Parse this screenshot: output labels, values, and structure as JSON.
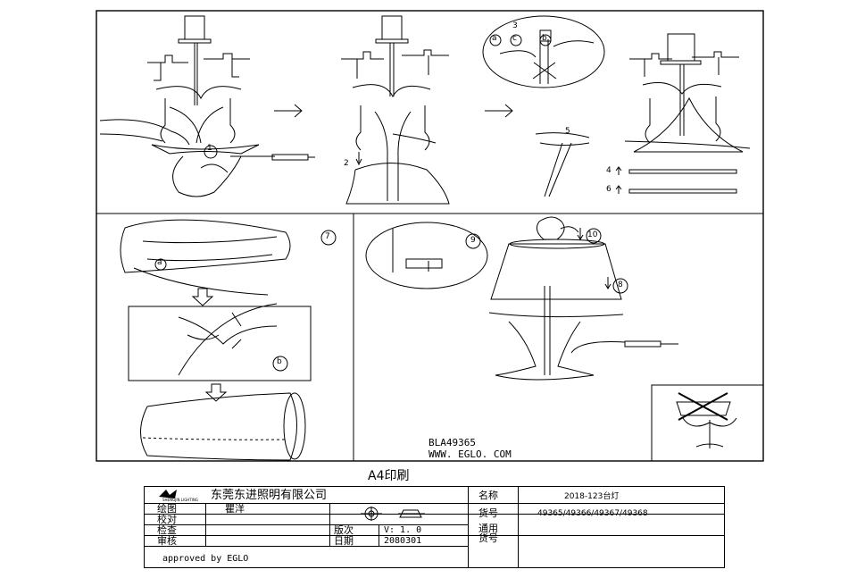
{
  "panel_numbers": {
    "p1": "1",
    "p2": "2",
    "p3": "3",
    "p4": "4",
    "p5": "5",
    "p6": "6",
    "p7": "7",
    "p8": "8",
    "p9": "9",
    "p10": "10"
  },
  "callouts": {
    "a": "a",
    "b": "b",
    "c": "c",
    "a2": "a",
    "b2": "b"
  },
  "model_code": "BLA49365",
  "website": "WWW. EGLO. COM",
  "paper_size": "A4印刷",
  "title_block": {
    "company": "东莞东进照明有限公司",
    "logo_text": "SHENGJIN LIGHTING",
    "drawn_label": "绘图",
    "drawn_value": "瞿洋",
    "checked_label": "校对",
    "inspect_label": "检查",
    "review_label": "审核",
    "version_label": "版次",
    "version_value": "V: 1. 0",
    "date_label": "日期",
    "date_value": "2080301",
    "name_label": "名称",
    "name_value": "2018-123台灯",
    "item_label": "货号",
    "item_value": "49365/49366/49367/49368",
    "general_label": "通用\n货号",
    "approved": "approved by EGLO"
  }
}
